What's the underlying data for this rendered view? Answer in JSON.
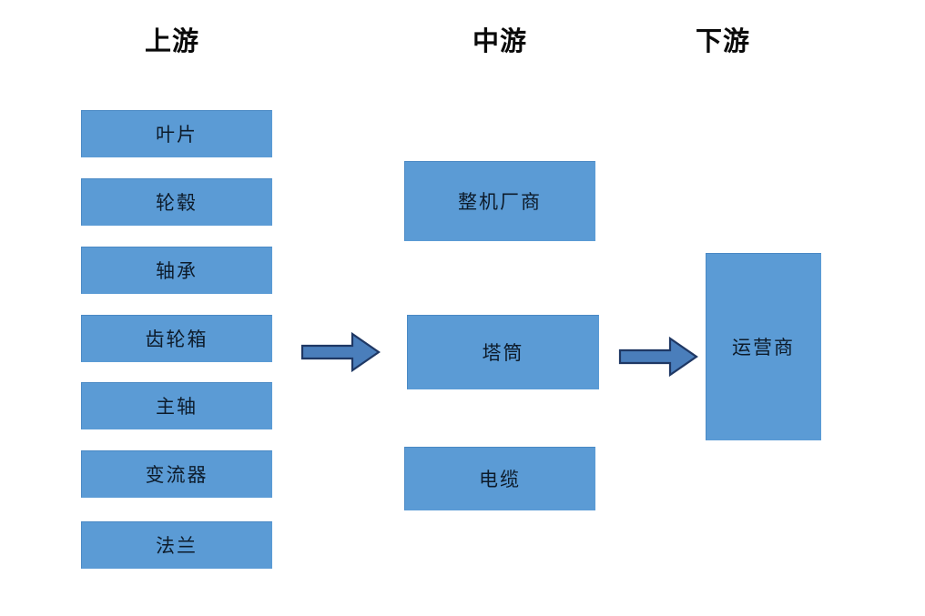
{
  "diagram": {
    "title_columns": [
      {
        "key": "upstream",
        "label": "上游"
      },
      {
        "key": "midstream",
        "label": "中游"
      },
      {
        "key": "downstream",
        "label": "下游"
      }
    ],
    "colors": {
      "node_fill": "#5B9BD5",
      "node_border": "#4A89C4",
      "node_text": "#0d1b2a",
      "header_text": "#0a0a0a",
      "arrow_fill": "#4A7EBB",
      "arrow_stroke": "#1F3864",
      "background": "#FFFFFF"
    },
    "columns": {
      "upstream": {
        "header": "上游",
        "nodes": [
          {
            "label": "叶片"
          },
          {
            "label": "轮毂"
          },
          {
            "label": "轴承"
          },
          {
            "label": "齿轮箱"
          },
          {
            "label": "主轴"
          },
          {
            "label": "变流器"
          },
          {
            "label": "法兰"
          }
        ]
      },
      "midstream": {
        "header": "中游",
        "nodes": [
          {
            "label": "整机厂商"
          },
          {
            "label": "塔筒"
          },
          {
            "label": "电缆"
          }
        ]
      },
      "downstream": {
        "header": "下游",
        "nodes": [
          {
            "label": "运营商"
          }
        ]
      }
    },
    "arrows": [
      {
        "name": "upstream-to-midstream",
        "direction": "right"
      },
      {
        "name": "midstream-to-downstream",
        "direction": "right"
      }
    ]
  }
}
